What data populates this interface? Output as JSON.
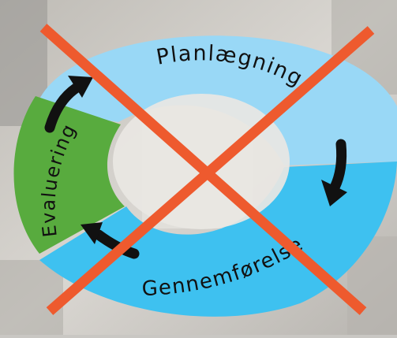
{
  "cycle": {
    "segments": [
      {
        "id": "planning",
        "label": "Planlægning",
        "color": "#99d8f6"
      },
      {
        "id": "execution",
        "label": "Gennemførelse",
        "color": "#3ec1f0"
      },
      {
        "id": "evaluation",
        "label": "Evaluering",
        "color": "#58ab3e"
      }
    ],
    "arrow_color": "#111111",
    "cross_color": "#ee5a2e"
  },
  "icons": {
    "arrows": [
      "arrow-planning-to-execution-icon",
      "arrow-execution-to-evaluation-icon",
      "arrow-evaluation-to-planning-icon"
    ],
    "overlay": "x-cross-icon"
  }
}
